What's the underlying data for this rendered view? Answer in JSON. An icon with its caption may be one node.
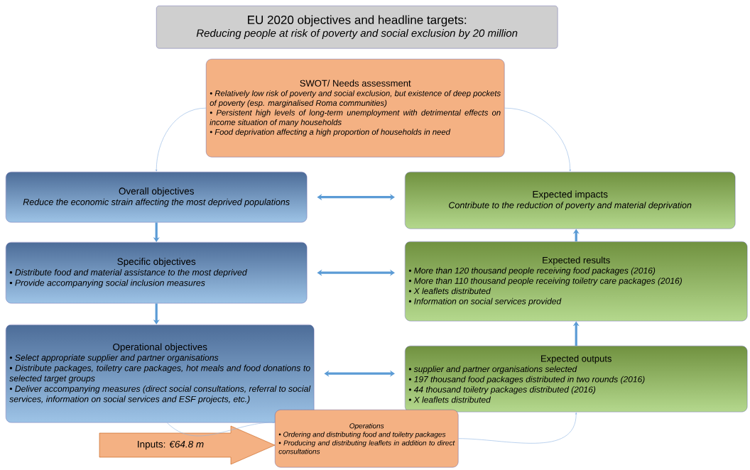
{
  "diagram": {
    "nodes": [
      {
        "text": [
          "EU 2020 objectives and headline targets:",
          "Reducing people at risk of poverty and social exclusion by 20 million"
        ]
      },
      {
        "text": [
          "SWOT/ Needs assessment",
          "• Relatively low risk of poverty and social exclusion, but existence of deep pockets of poverty (esp. marginalised Roma communities)",
          "• Persistent high levels of long-term unemployment with detrimental effects on income situation of many households",
          "• Food deprivation affecting a high proportion of households in need"
        ]
      },
      {
        "text": [
          "Overall objectives",
          "Reduce the economic strain affecting the most deprived populations"
        ]
      },
      {
        "text": [
          "Expected impacts",
          "Contribute to the reduction of poverty and material deprivation"
        ]
      },
      {
        "text": [
          "Specific objectives",
          "• Distribute food and material assistance to the most deprived",
          "• Provide accompanying social inclusion measures"
        ]
      },
      {
        "text": [
          "Expected results",
          "• More than 120 thousand people receiving food packages (2016)",
          "• More than 110 thousand people receiving toiletry care packages (2016)",
          "• X leaflets distributed",
          "• Information on social services provided"
        ]
      },
      {
        "text": [
          "Operational objectives",
          "• Select appropriate supplier and partner organisations",
          "• Distribute packages, toiletry care packages, hot meals and food donations to selected target groups",
          "• Deliver accompanying measures (direct social consultations, referral to social services, information on social services and ESF projects, etc.)"
        ]
      },
      {
        "text": [
          "Expected outputs",
          "• supplier and partner organisations selected",
          "• 197 thousand food packages distributed in two rounds (2016)",
          "• 44 thousand toiletry packages distributed (2016)",
          "• X leaflets distributed"
        ]
      },
      {
        "text": [
          "Operations",
          "• Ordering and distributing food and toiletry packages",
          "• Producing and distributing leaflets in addition to direct consultations"
        ]
      }
    ],
    "edges": [
      {
        "from": 1,
        "to": 2,
        "arrow": "to",
        "color": "#8db4e2"
      },
      {
        "from": 1,
        "to": 3,
        "arrow": "to",
        "color": "#8db4e2"
      },
      {
        "from": 2,
        "to": 3,
        "arrow": "both"
      },
      {
        "from": 2,
        "to": 4,
        "arrow": "to"
      },
      {
        "from": 4,
        "to": 5,
        "arrow": "both"
      },
      {
        "from": 4,
        "to": 6,
        "arrow": "to"
      },
      {
        "from": 6,
        "to": 7,
        "arrow": "both"
      },
      {
        "from": 7,
        "to": 5,
        "arrow": "to"
      },
      {
        "from": 5,
        "to": 3,
        "arrow": "to"
      },
      {
        "from": 6,
        "to": 8,
        "arrow": "to",
        "color": "#8db4e2"
      },
      {
        "from": 8,
        "to": 7,
        "arrow": "to",
        "color": "#8db4e2"
      },
      {
        "from": null,
        "to": 8,
        "arrow": "to",
        "label": "Inputs: *€64.8 m*",
        "color": "#f4b183"
      }
    ]
  }
}
